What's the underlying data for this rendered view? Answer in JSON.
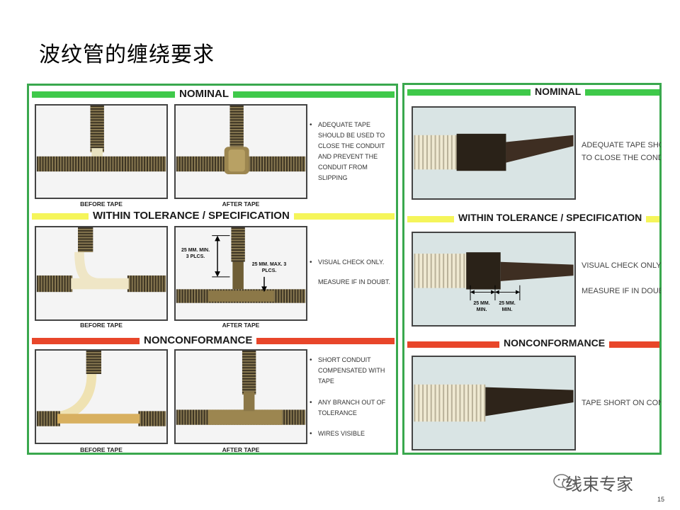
{
  "title": "波纹管的缠绕要求",
  "left": {
    "nominal": {
      "label": "NOMINAL",
      "captions": [
        "BEFORE TAPE",
        "AFTER TAPE"
      ],
      "notes": [
        "ADEQUATE TAPE SHOULD BE USED TO CLOSE THE CONDUIT AND PREVENT THE CONDUIT FROM SLIPPING"
      ]
    },
    "tolerance": {
      "label": "WITHIN TOLERANCE / SPECIFICATION",
      "captions": [
        "BEFORE TAPE",
        "AFTER TAPE"
      ],
      "dim_left": "25 MM. MIN. 3 PLCS.",
      "dim_right": "25 MM. MAX. 3 PLCS.",
      "notes": [
        "VISUAL CHECK ONLY.",
        "MEASURE IF IN DOUBT."
      ]
    },
    "nonconformance": {
      "label": "NONCONFORMANCE",
      "captions": [
        "BEFORE TAPE",
        "AFTER TAPE"
      ],
      "notes": [
        "SHORT CONDUIT COMPENSATED WITH TAPE",
        "ANY BRANCH OUT OF TOLERANCE",
        "WIRES VISIBLE"
      ]
    }
  },
  "right": {
    "nominal": {
      "label": "NOMINAL",
      "note_1": "ADEQUATE TAPE SHO",
      "note_2": "TO CLOSE THE CONDU"
    },
    "tolerance": {
      "label": "WITHIN TOLERANCE / SPECIFICATION",
      "note_1": "VISUAL CHECK ONLY",
      "note_2": "MEASURE IF IN DOUBT",
      "dim_1": "25 MM. MIN.",
      "dim_2": "25 MM. MIN."
    },
    "nonconformance": {
      "label": "NONCONFORMANCE",
      "note_1": "TAPE SHORT ON CONDU"
    }
  },
  "watermark": "线束专家",
  "page_number": "15",
  "colors": {
    "green": "#3fc94a",
    "yellow": "#f5f55a",
    "red": "#e8462a",
    "border": "#3aa84e"
  }
}
